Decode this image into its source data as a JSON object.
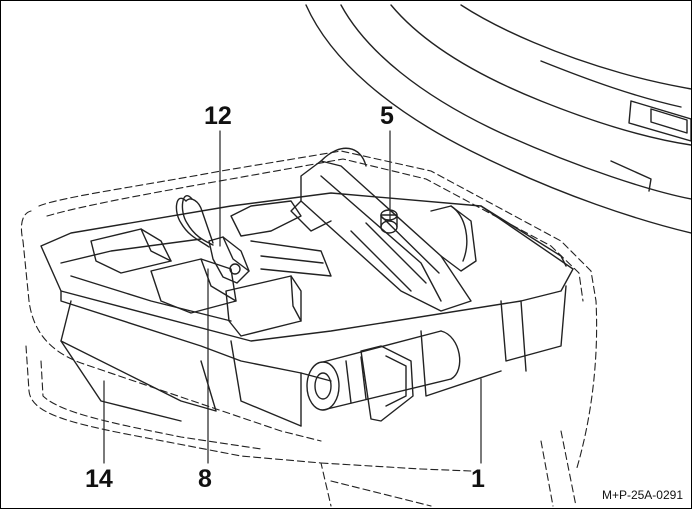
{
  "callouts": {
    "c12": "12",
    "c5": "5",
    "c14": "14",
    "c8": "8",
    "c1": "1"
  },
  "figure_ref": "M+P-25A-0291"
}
